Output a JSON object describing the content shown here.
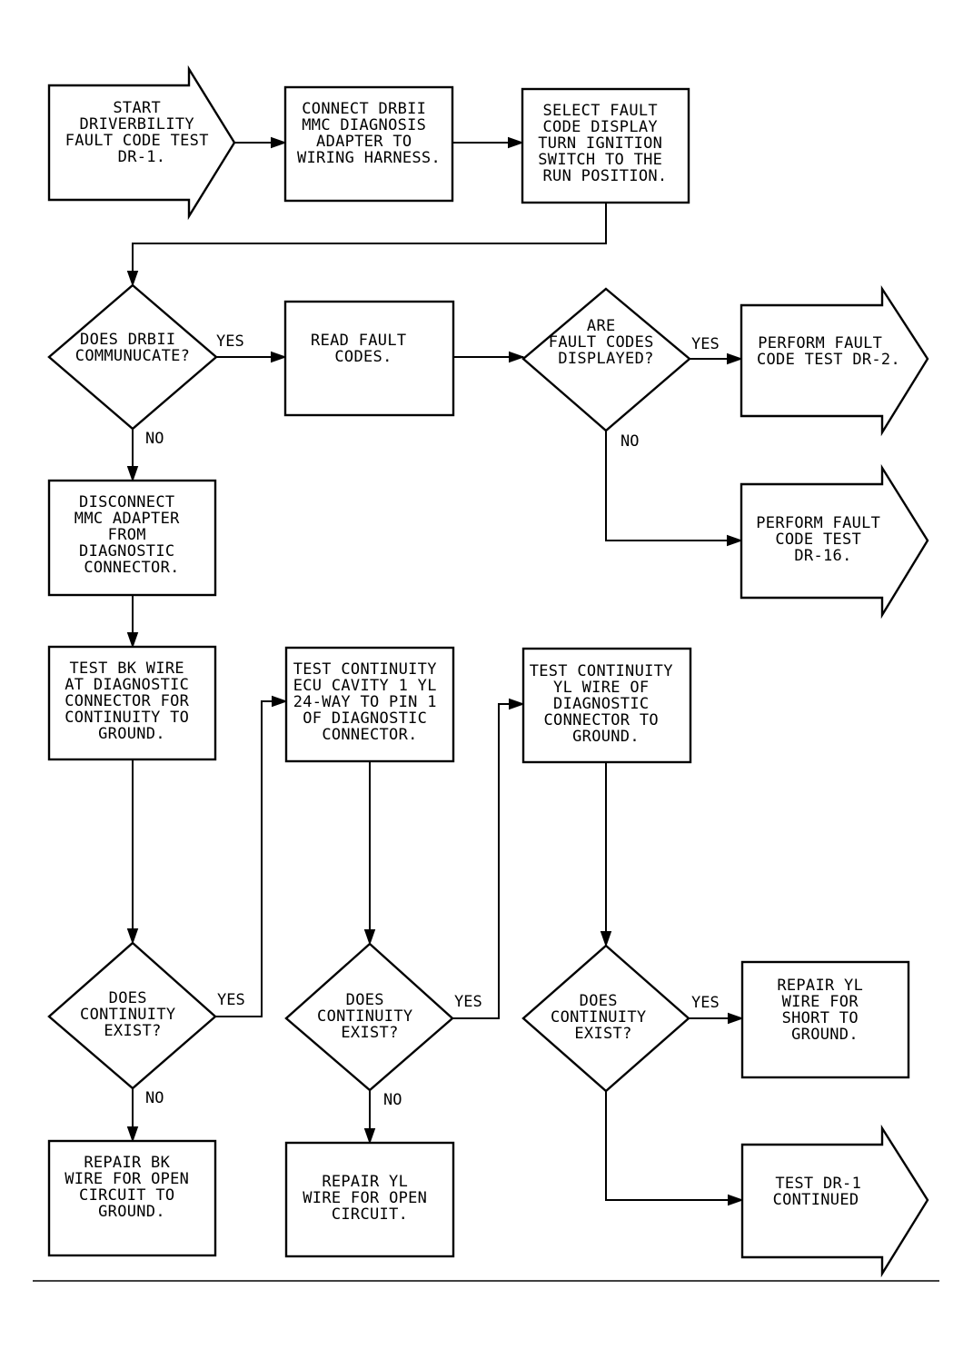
{
  "nodes": {
    "start": [
      "START",
      "DRIVERBILITY",
      "FAULT CODE TEST",
      "DR-1."
    ],
    "connect_adapter": [
      "CONNECT DRBII",
      "MMC DIAGNOSIS",
      "ADAPTER TO",
      "WIRING HARNESS."
    ],
    "select_display": [
      "SELECT FAULT",
      "CODE DISPLAY",
      "TURN IGNITION",
      "SWITCH TO THE",
      "RUN POSITION."
    ],
    "drbii_communicate": [
      "DOES DRBII",
      "COMMUNUCATE?"
    ],
    "read_codes": [
      "READ FAULT",
      "CODES."
    ],
    "codes_displayed": [
      "ARE",
      "FAULT CODES",
      "DISPLAYED?"
    ],
    "perform_dr2": [
      "PERFORM FAULT",
      "CODE TEST DR-2."
    ],
    "perform_dr16": [
      "PERFORM FAULT",
      "CODE TEST",
      "DR-16."
    ],
    "disconnect_adapter": [
      "DISCONNECT",
      "MMC ADAPTER",
      "FROM",
      "DIAGNOSTIC",
      "CONNECTOR."
    ],
    "test_bk": [
      "TEST BK WIRE",
      "AT DIAGNOSTIC",
      "CONNECTOR FOR",
      "CONTINUITY TO",
      "GROUND."
    ],
    "test_ecu": [
      "TEST CONTINUITY",
      "ECU CAVITY 1 YL",
      "24-WAY TO PIN 1",
      "OF DIAGNOSTIC",
      "CONNECTOR."
    ],
    "test_yl": [
      "TEST CONTINUITY",
      "YL WIRE OF",
      "DIAGNOSTIC",
      "CONNECTOR TO",
      "GROUND."
    ],
    "continuity_1": [
      "DOES",
      "CONTINUITY",
      "EXIST?"
    ],
    "continuity_2": [
      "DOES",
      "CONTINUITY",
      "EXIST?"
    ],
    "continuity_3": [
      "DOES",
      "CONTINUITY",
      "EXIST?"
    ],
    "repair_bk": [
      "REPAIR BK",
      "WIRE FOR OPEN",
      "CIRCUIT TO",
      "GROUND."
    ],
    "repair_yl_open": [
      "REPAIR YL",
      "WIRE FOR OPEN",
      "CIRCUIT."
    ],
    "repair_yl_short": [
      "REPAIR YL",
      "WIRE FOR",
      "SHORT TO",
      "GROUND."
    ],
    "dr1_continued": [
      "TEST DR-1",
      "CONTINUED"
    ]
  },
  "edge_labels": {
    "yes": "YES",
    "no": "NO"
  }
}
